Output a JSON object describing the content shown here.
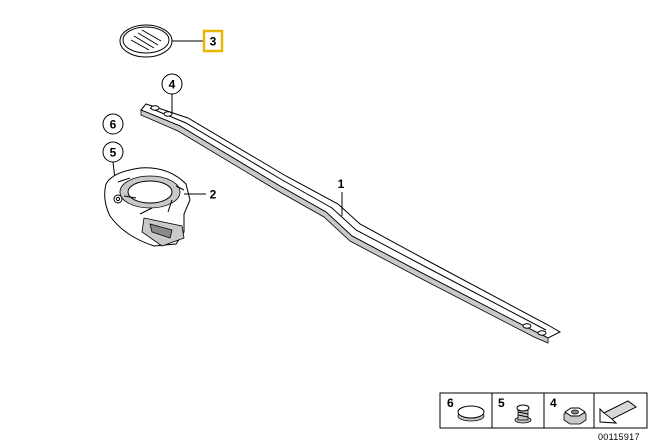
{
  "callouts": {
    "part_1": "1",
    "part_2": "2",
    "part_3": "3",
    "part_4": "4",
    "part_5": "5",
    "part_6": "6"
  },
  "legend": {
    "item_6": "6",
    "item_5": "5",
    "item_4": "4"
  },
  "catalog_number": "00115917",
  "colors": {
    "highlight": "#e8b800",
    "line": "#000000",
    "shade": "#c9c9c9"
  }
}
